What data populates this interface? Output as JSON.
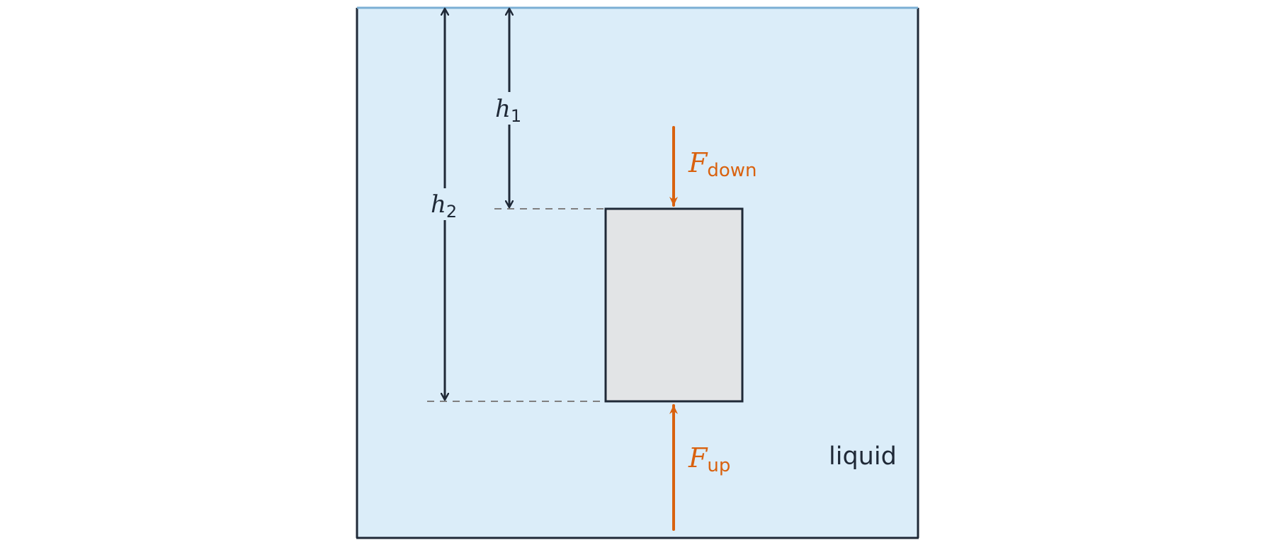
{
  "labels": {
    "h1_var": "h",
    "h1_sub": "1",
    "h2_var": "h",
    "h2_sub": "2",
    "f_down_var": "F",
    "f_down_sub": "down",
    "f_up_var": "F",
    "f_up_sub": "up",
    "liquid": "liquid"
  },
  "colors": {
    "liquid_fill": "#dbedf9",
    "surface_line": "#7bafd4",
    "outline": "#1f2937",
    "block_fill": "#e2e4e6",
    "force": "#d9620f",
    "guide": "#808080"
  }
}
